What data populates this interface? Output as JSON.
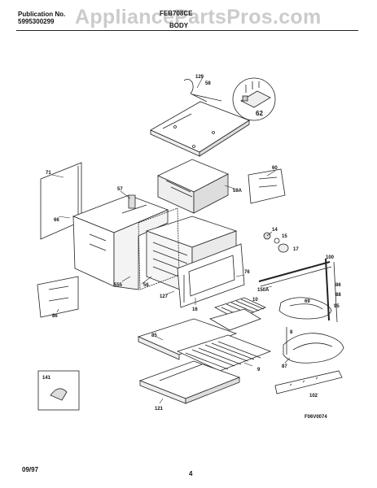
{
  "header": {
    "publication_label": "Publication No.",
    "publication_number": "5995300299",
    "model": "FEB708CE",
    "section": "BODY"
  },
  "watermark": "AppliancePartsPros.com",
  "footer": {
    "date": "09/97",
    "page": "4",
    "figure_code": "F06V0074"
  },
  "callouts": {
    "c129": "129",
    "c58": "58",
    "c62": "62",
    "c71": "71",
    "c57": "57",
    "c66": "66",
    "c59A": "59A",
    "c60": "60",
    "c14": "14",
    "c15": "15",
    "c17": "17",
    "c100": "100",
    "c86": "86",
    "c56": "56",
    "c555": "555",
    "c127": "127",
    "c16": "16",
    "c76": "76",
    "c150A": "150A",
    "c10": "10",
    "c69": "69",
    "c86b": "86",
    "c88": "88",
    "c95": "95",
    "c8": "8",
    "c87": "87",
    "c141": "141",
    "c121": "121",
    "c102": "102",
    "c9": "9",
    "c85": "85"
  }
}
